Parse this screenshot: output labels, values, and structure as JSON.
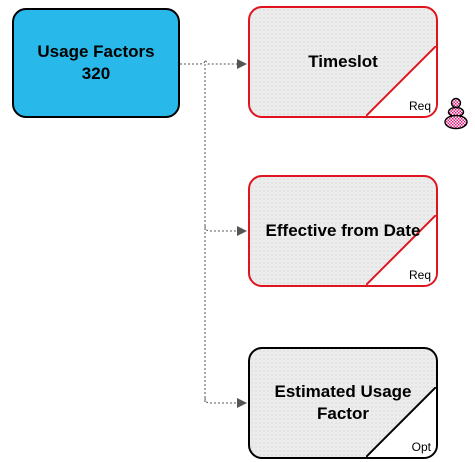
{
  "diagram": {
    "root": {
      "title": "Usage Factors",
      "count": "320"
    },
    "attributes": [
      {
        "title": "Timeslot",
        "tag": "Req",
        "primary_key": true
      },
      {
        "title": "Effective from Date",
        "tag": "Req",
        "primary_key": false
      },
      {
        "title": "Estimated Usage Factor",
        "tag": "Opt",
        "primary_key": false
      }
    ]
  },
  "colors": {
    "root_fill": "#29b8ea",
    "required_border": "#e0141e",
    "optional_border": "#000000",
    "attribute_fill": "#ececec",
    "connector": "#555555",
    "key_icon": "#e0147a"
  },
  "icons": {
    "key": "primary-key-icon"
  }
}
